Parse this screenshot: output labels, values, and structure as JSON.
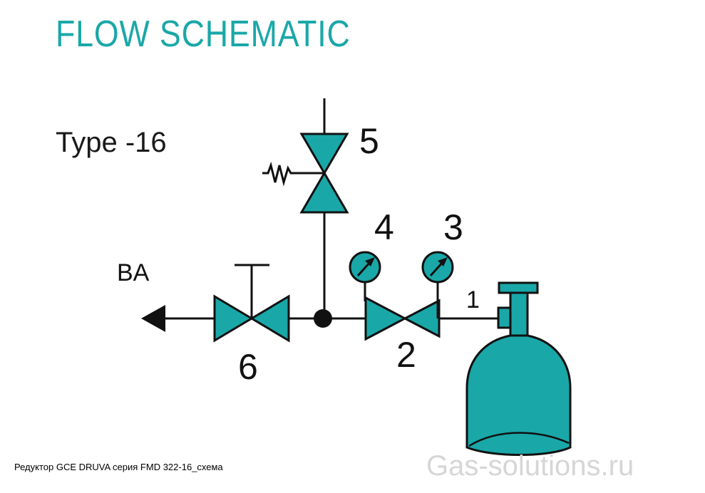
{
  "header": {
    "title": "FLOW SCHEMATIC"
  },
  "type_label": "Type -16",
  "labels": {
    "outlet": "BA",
    "n1": "1",
    "n2": "2",
    "n3": "3",
    "n4": "4",
    "n5": "5",
    "n6": "6"
  },
  "caption": "Редуктор GCE DRUVA серия FMD 322-16_схема",
  "watermark": "Gas-solutions.ru",
  "colors": {
    "accent": "#1aa7a8",
    "line": "#111111",
    "watermark": "#d6d6d6"
  }
}
